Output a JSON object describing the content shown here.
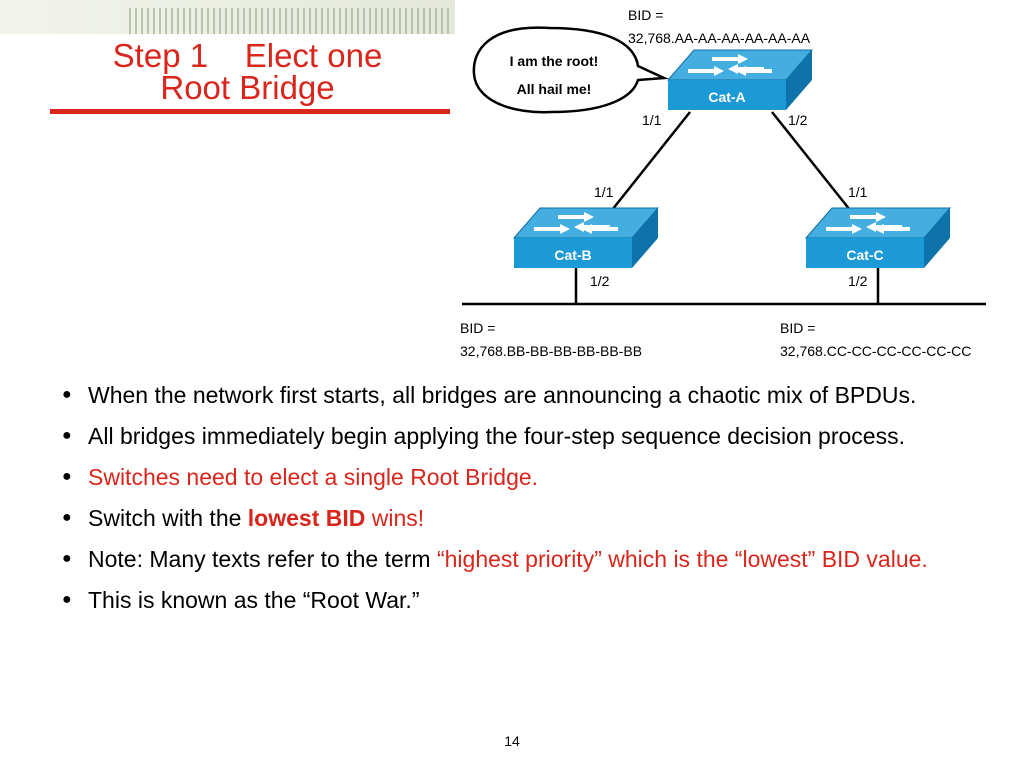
{
  "title": {
    "line1": "Step 1    Elect one",
    "line2": "Root Bridge"
  },
  "diagram": {
    "speech": {
      "line1": "I am the root!",
      "line2": "All hail me!"
    },
    "switches": {
      "a": {
        "label": "Cat-A",
        "bid_label": "BID =",
        "bid_value": "32,768.AA-AA-AA-AA-AA-AA",
        "port1": "1/1",
        "port2": "1/2"
      },
      "b": {
        "label": "Cat-B",
        "bid_label": "BID =",
        "bid_value": "32,768.BB-BB-BB-BB-BB-BB",
        "port1": "1/1",
        "port2": "1/2"
      },
      "c": {
        "label": "Cat-C",
        "bid_label": "BID =",
        "bid_value": "32,768.CC-CC-CC-CC-CC-CC",
        "port1": "1/1",
        "port2": "1/2"
      }
    },
    "colors": {
      "switch_front": "#1a9bd7",
      "switch_top": "#3aa9df",
      "switch_side": "#0b6fa6"
    }
  },
  "bullets": [
    {
      "text": "When the network first starts, all bridges are announcing a chaotic mix of BPDUs."
    },
    {
      "text": "All bridges immediately begin applying the four-step sequence decision process."
    },
    {
      "text": "Switches need to elect a single Root Bridge."
    },
    {
      "pre": "Switch with the ",
      "bold": "lowest BID",
      "post": " wins!"
    },
    {
      "pre": "Note: Many texts refer to the term ",
      "red": "“highest priority” which is the “lowest” BID value."
    },
    {
      "text": "This is known as the “Root War.”"
    }
  ],
  "bullet_glyph": "●",
  "page_number": "14"
}
